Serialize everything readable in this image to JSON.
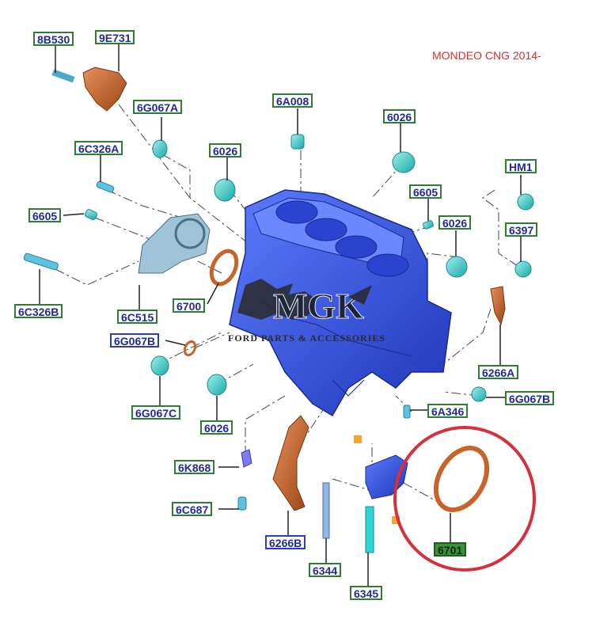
{
  "title": "MONDEO CNG 2014-",
  "watermark": {
    "logo_text": "MGK",
    "subtitle": "FORD PARTS & ACCESSORIES"
  },
  "colors": {
    "block": "#3b5cf0",
    "block_dark": "#1f36b8",
    "copper": "#c8642a",
    "teal": "#3fd2cf",
    "label_border": "#2e7d32",
    "label_text": "#1e2a9a",
    "highlight_circle": "#d6303a",
    "highlight_label": "#3f8f3f"
  },
  "labels": {
    "l8B530": "8B530",
    "l9E731": "9E731",
    "l6G067A": "6G067A",
    "l6A008": "6A008",
    "l6026_top": "6026",
    "l6C326A": "6C326A",
    "l6026_left": "6026",
    "lHM1": "HM1",
    "l6605_right": "6605",
    "l6026_right": "6026",
    "l6605_left": "6605",
    "l6397": "6397",
    "l6C326B": "6C326B",
    "l6C515": "6C515",
    "l6700": "6700",
    "l6G067B_left": "6G067B",
    "l6266A": "6266A",
    "l6G067C": "6G067C",
    "l6026_bottom": "6026",
    "l6G067B_right": "6G067B",
    "l6A346": "6A346",
    "l6K868": "6K868",
    "l6C687": "6C687",
    "l6266B": "6266B",
    "l6344": "6344",
    "l6345": "6345",
    "l6701": "6701"
  }
}
